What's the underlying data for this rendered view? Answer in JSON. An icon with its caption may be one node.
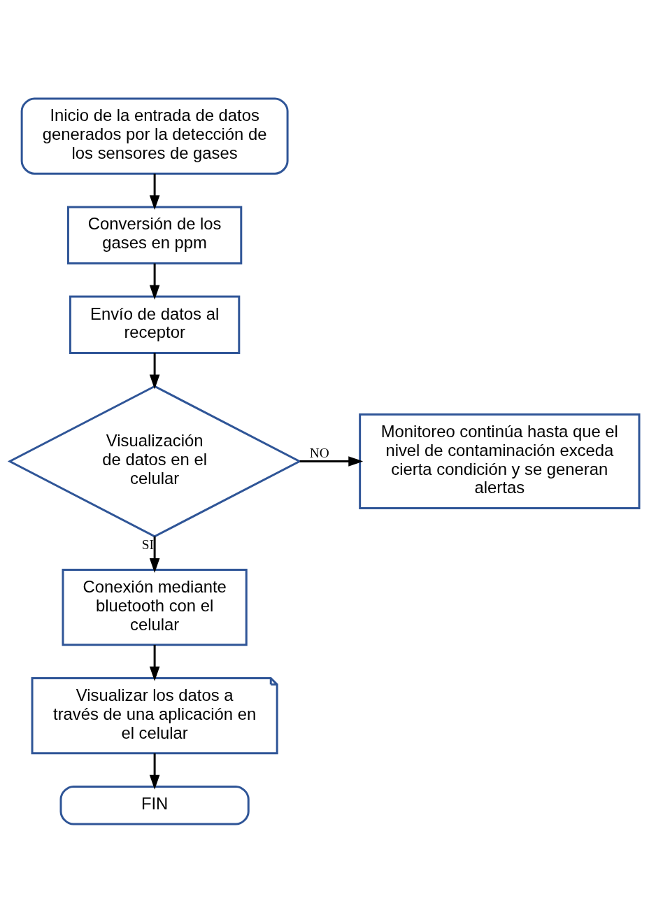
{
  "diagram": {
    "nodes": [
      {
        "text": [
          "Inicio de la entrada de datos generados por la detección de los sensores de gases"
        ]
      },
      {
        "text": [
          "Conversión de los gases en ppm"
        ]
      },
      {
        "text": [
          "Envío de datos al receptor"
        ]
      },
      {
        "text": [
          "Visualización de datos en el celular"
        ]
      },
      {
        "text": [
          "Monitoreo continúa hasta que el nivel de contaminación exceda cierta condición y se generan alertas"
        ]
      },
      {
        "text": [
          "Conexión mediante bluetooth con el celular"
        ]
      },
      {
        "text": [
          "Visualizar los datos a través de una aplicación en el celular"
        ]
      },
      {
        "text": [
          "FIN"
        ]
      }
    ],
    "edges": [
      {
        "from": 0,
        "to": 1,
        "arrow": "to"
      },
      {
        "from": 1,
        "to": 2,
        "arrow": "to"
      },
      {
        "from": 2,
        "to": 3,
        "arrow": "to"
      },
      {
        "from": 3,
        "to": 4,
        "arrow": "to",
        "label": "NO"
      },
      {
        "from": 3,
        "to": 5,
        "arrow": "to",
        "label": "SI"
      },
      {
        "from": 5,
        "to": 6,
        "arrow": "to"
      },
      {
        "from": 6,
        "to": 7,
        "arrow": "to"
      }
    ]
  }
}
